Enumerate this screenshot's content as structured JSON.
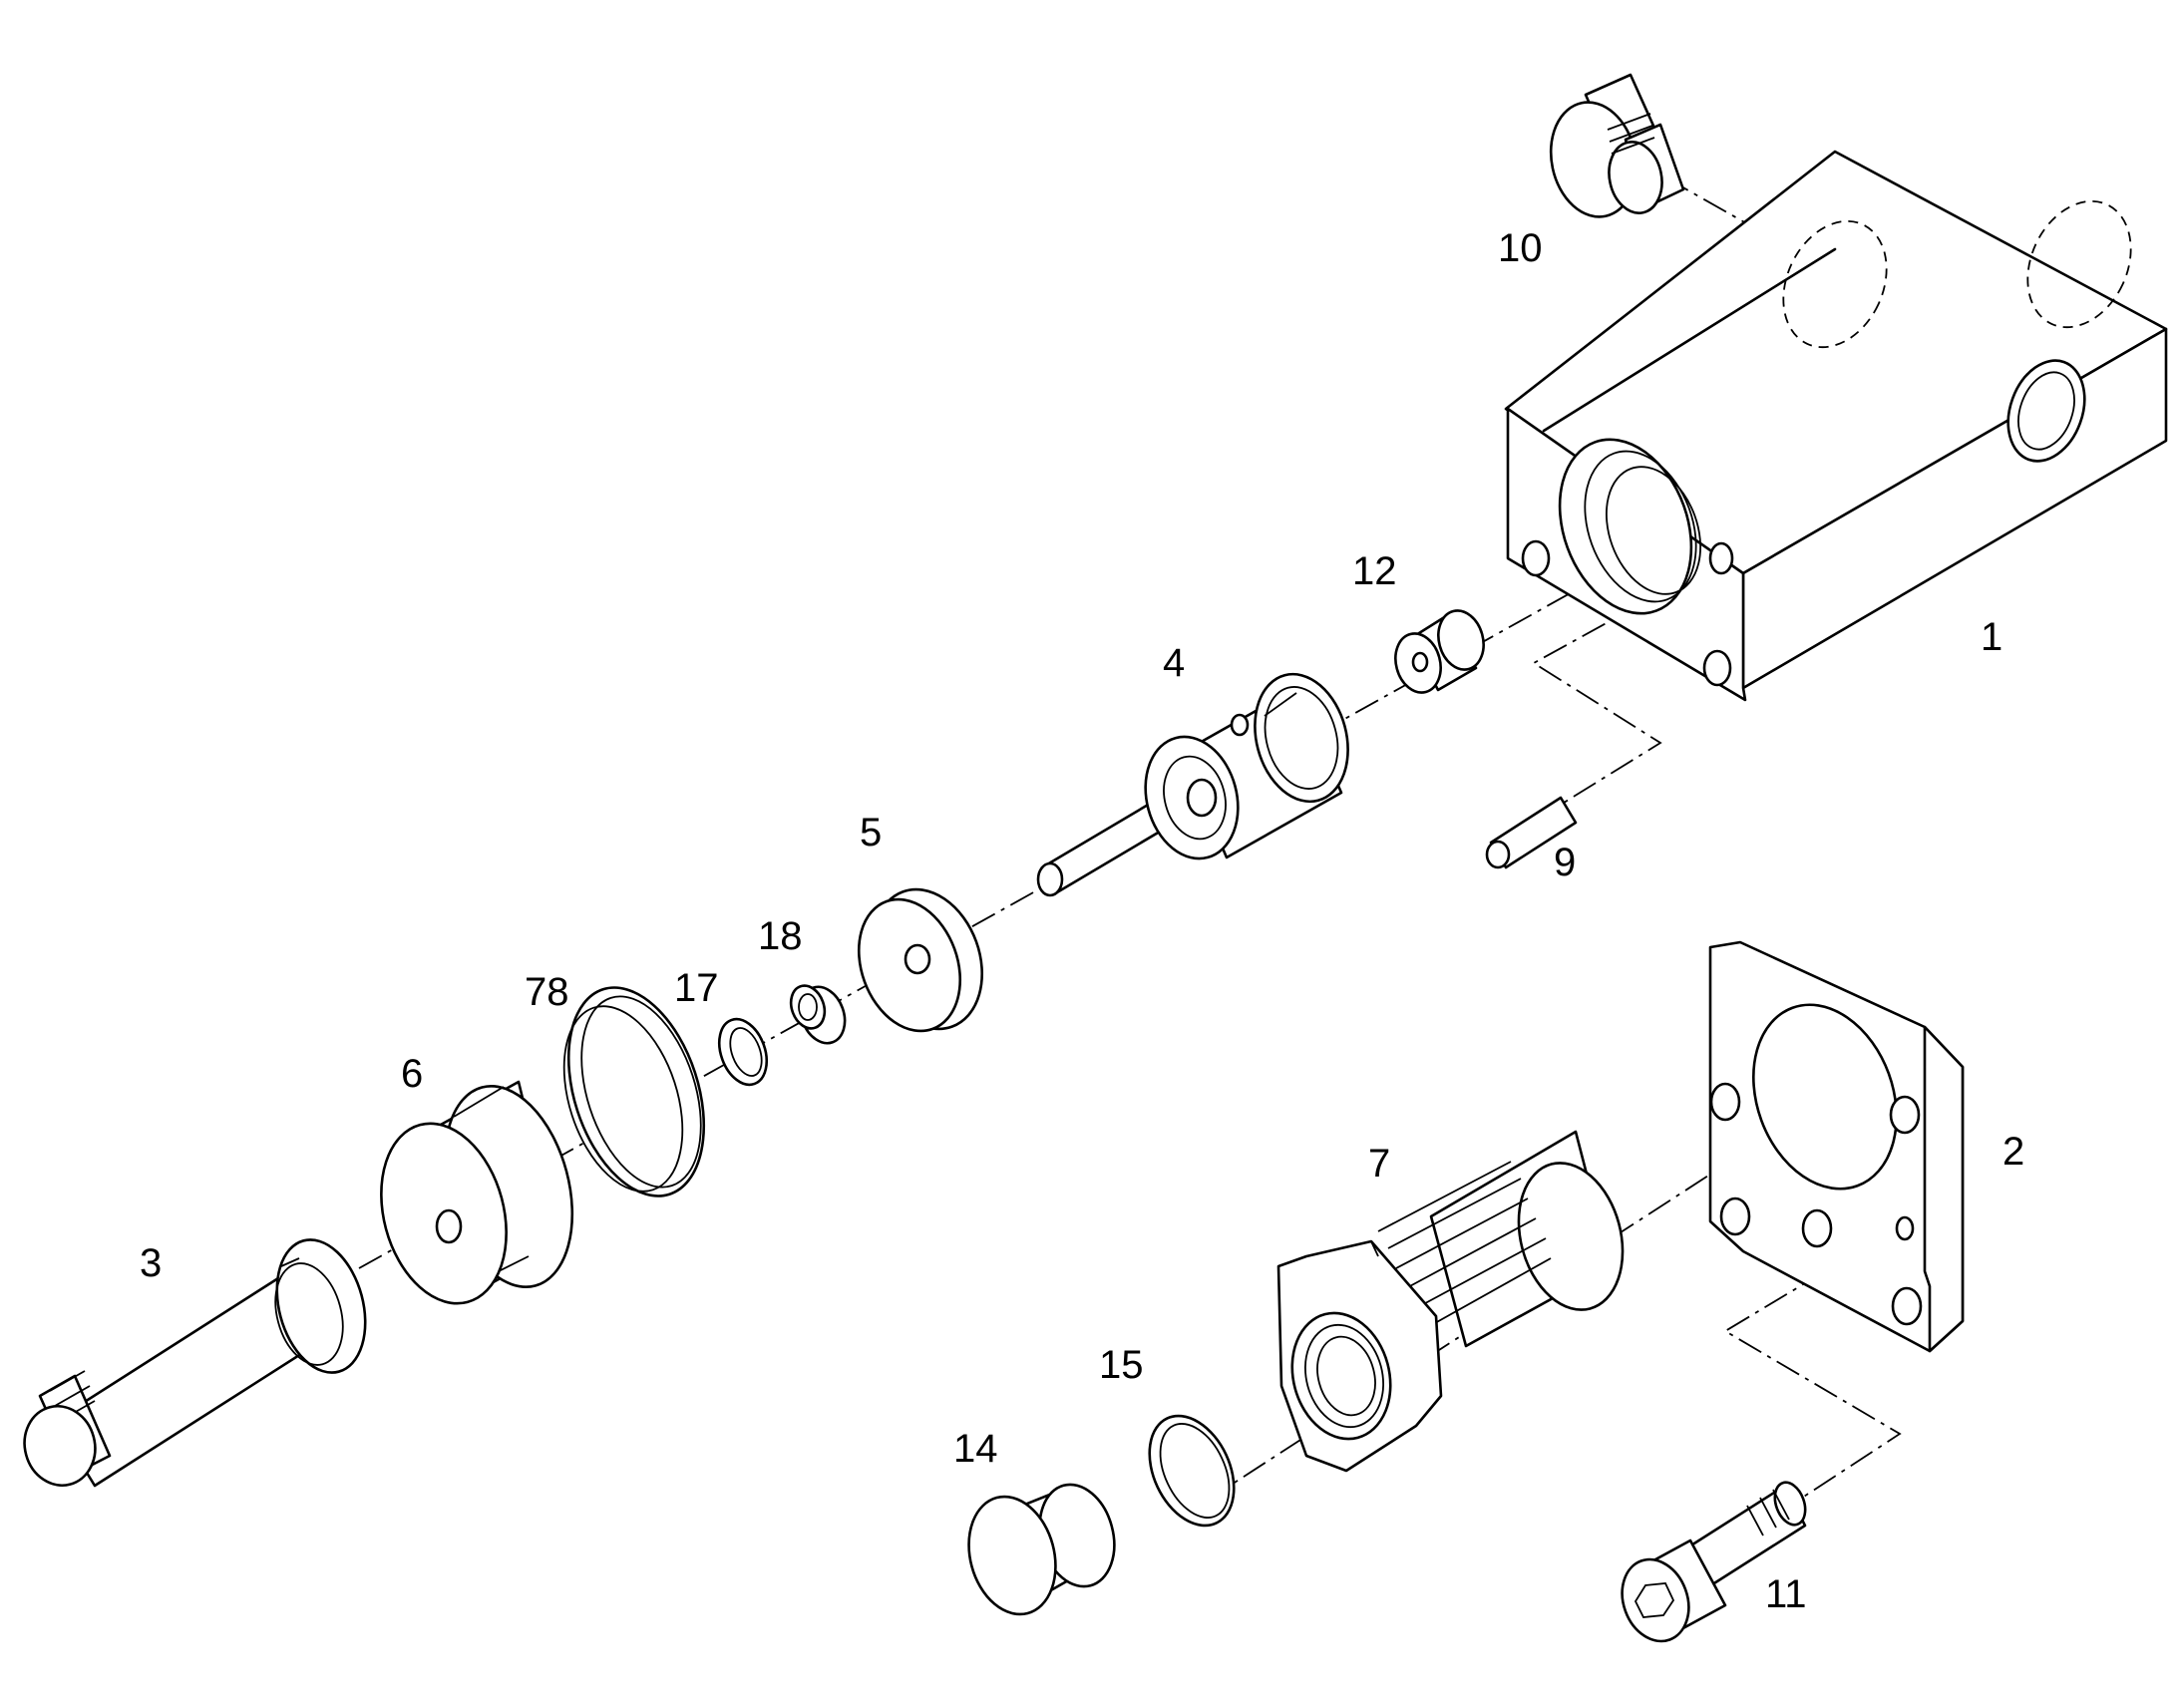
{
  "diagram": {
    "colors": {
      "line": "#000000",
      "background": "#ffffff"
    },
    "callouts": {
      "c1": "1",
      "c2": "2",
      "c3": "3",
      "c4": "4",
      "c5": "5",
      "c6": "6",
      "c7": "7",
      "c9": "9",
      "c10": "10",
      "c11": "11",
      "c12": "12",
      "c14": "14",
      "c15": "15",
      "c17": "17",
      "c18": "18",
      "c78": "78"
    }
  }
}
